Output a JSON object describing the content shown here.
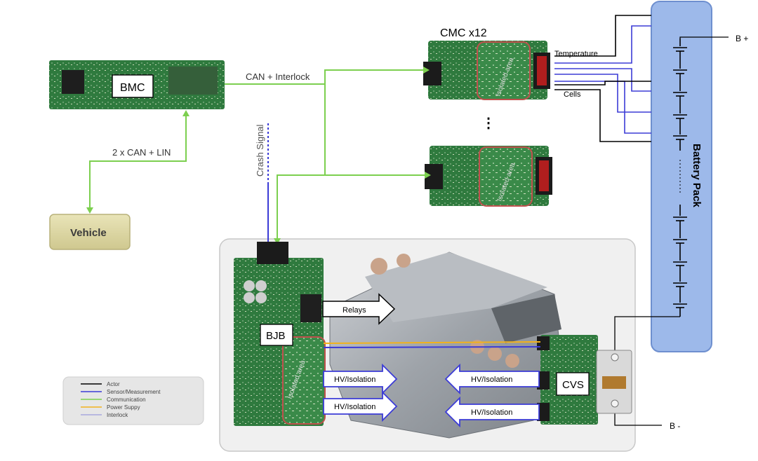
{
  "components": {
    "bmc": "BMC",
    "vehicle": "Vehicle",
    "cmc": "CMC x12",
    "bjb": "BJB",
    "cvs": "CVS",
    "battery_pack": "Battery Pack",
    "isolated_area": "Isolated area"
  },
  "links": {
    "can_interlock": "CAN + Interlock",
    "can_lin": "2 x CAN + LIN",
    "crash_signal": "Crash Signal",
    "temperature": "Temperature",
    "cells": "Cells",
    "relays": "Relays",
    "hv_isolation": "HV/Isolation",
    "ellipsis": "⋮"
  },
  "terminals": {
    "b_plus": "B +",
    "b_minus": "B -"
  },
  "legend": [
    {
      "label": "Actor",
      "color": "#000000"
    },
    {
      "label": "Sensor/Measurement",
      "color": "#3b3bd6"
    },
    {
      "label": "Communication",
      "color": "#7ccf4f"
    },
    {
      "label": "Power Suppy",
      "color": "#f2b21b"
    },
    {
      "label": "Interlock",
      "color": "#a9a9dd"
    }
  ],
  "colors": {
    "communication": "#7ccf4f",
    "sensor": "#3b3bd6",
    "actor": "#000000",
    "power": "#f2b21b",
    "interlock": "#a9a9dd",
    "battery_fill": "#9db9ea",
    "battery_border": "#6e8fcf",
    "pcb_green": "#2f7a3e",
    "isolated_border": "#c0504d",
    "vehicle_fill": "#ddd7a3"
  }
}
